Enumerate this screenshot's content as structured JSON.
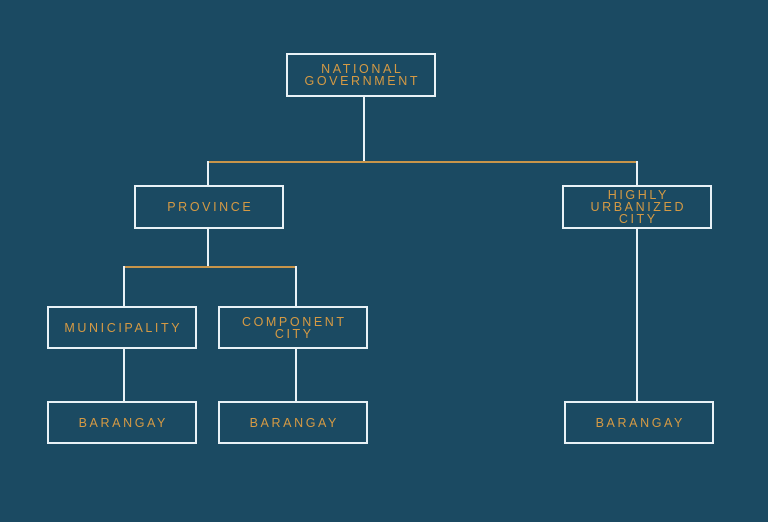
{
  "diagram": {
    "type": "org-chart",
    "colors": {
      "background": "#1b4a62",
      "box_border": "#e8f1f6",
      "label_text": "#d59a44",
      "horizontal_connector": "#c8954a",
      "vertical_connector": "#e8f1f6"
    },
    "nodes": {
      "national": {
        "lines": [
          "NATIONAL",
          "GOVERNMENT"
        ]
      },
      "province": {
        "lines": [
          "PROVINCE"
        ]
      },
      "huc": {
        "lines": [
          "HIGHLY",
          "URBANIZED",
          "CITY"
        ]
      },
      "municipality": {
        "lines": [
          "MUNICIPALITY"
        ]
      },
      "component_city": {
        "lines": [
          "COMPONENT",
          "CITY"
        ]
      },
      "barangay_municipality": {
        "lines": [
          "BARANGAY"
        ]
      },
      "barangay_component": {
        "lines": [
          "BARANGAY"
        ]
      },
      "barangay_huc": {
        "lines": [
          "BARANGAY"
        ]
      }
    },
    "edges": [
      [
        "national",
        "province"
      ],
      [
        "national",
        "huc"
      ],
      [
        "province",
        "municipality"
      ],
      [
        "province",
        "component_city"
      ],
      [
        "municipality",
        "barangay_municipality"
      ],
      [
        "component_city",
        "barangay_component"
      ],
      [
        "huc",
        "barangay_huc"
      ]
    ]
  }
}
